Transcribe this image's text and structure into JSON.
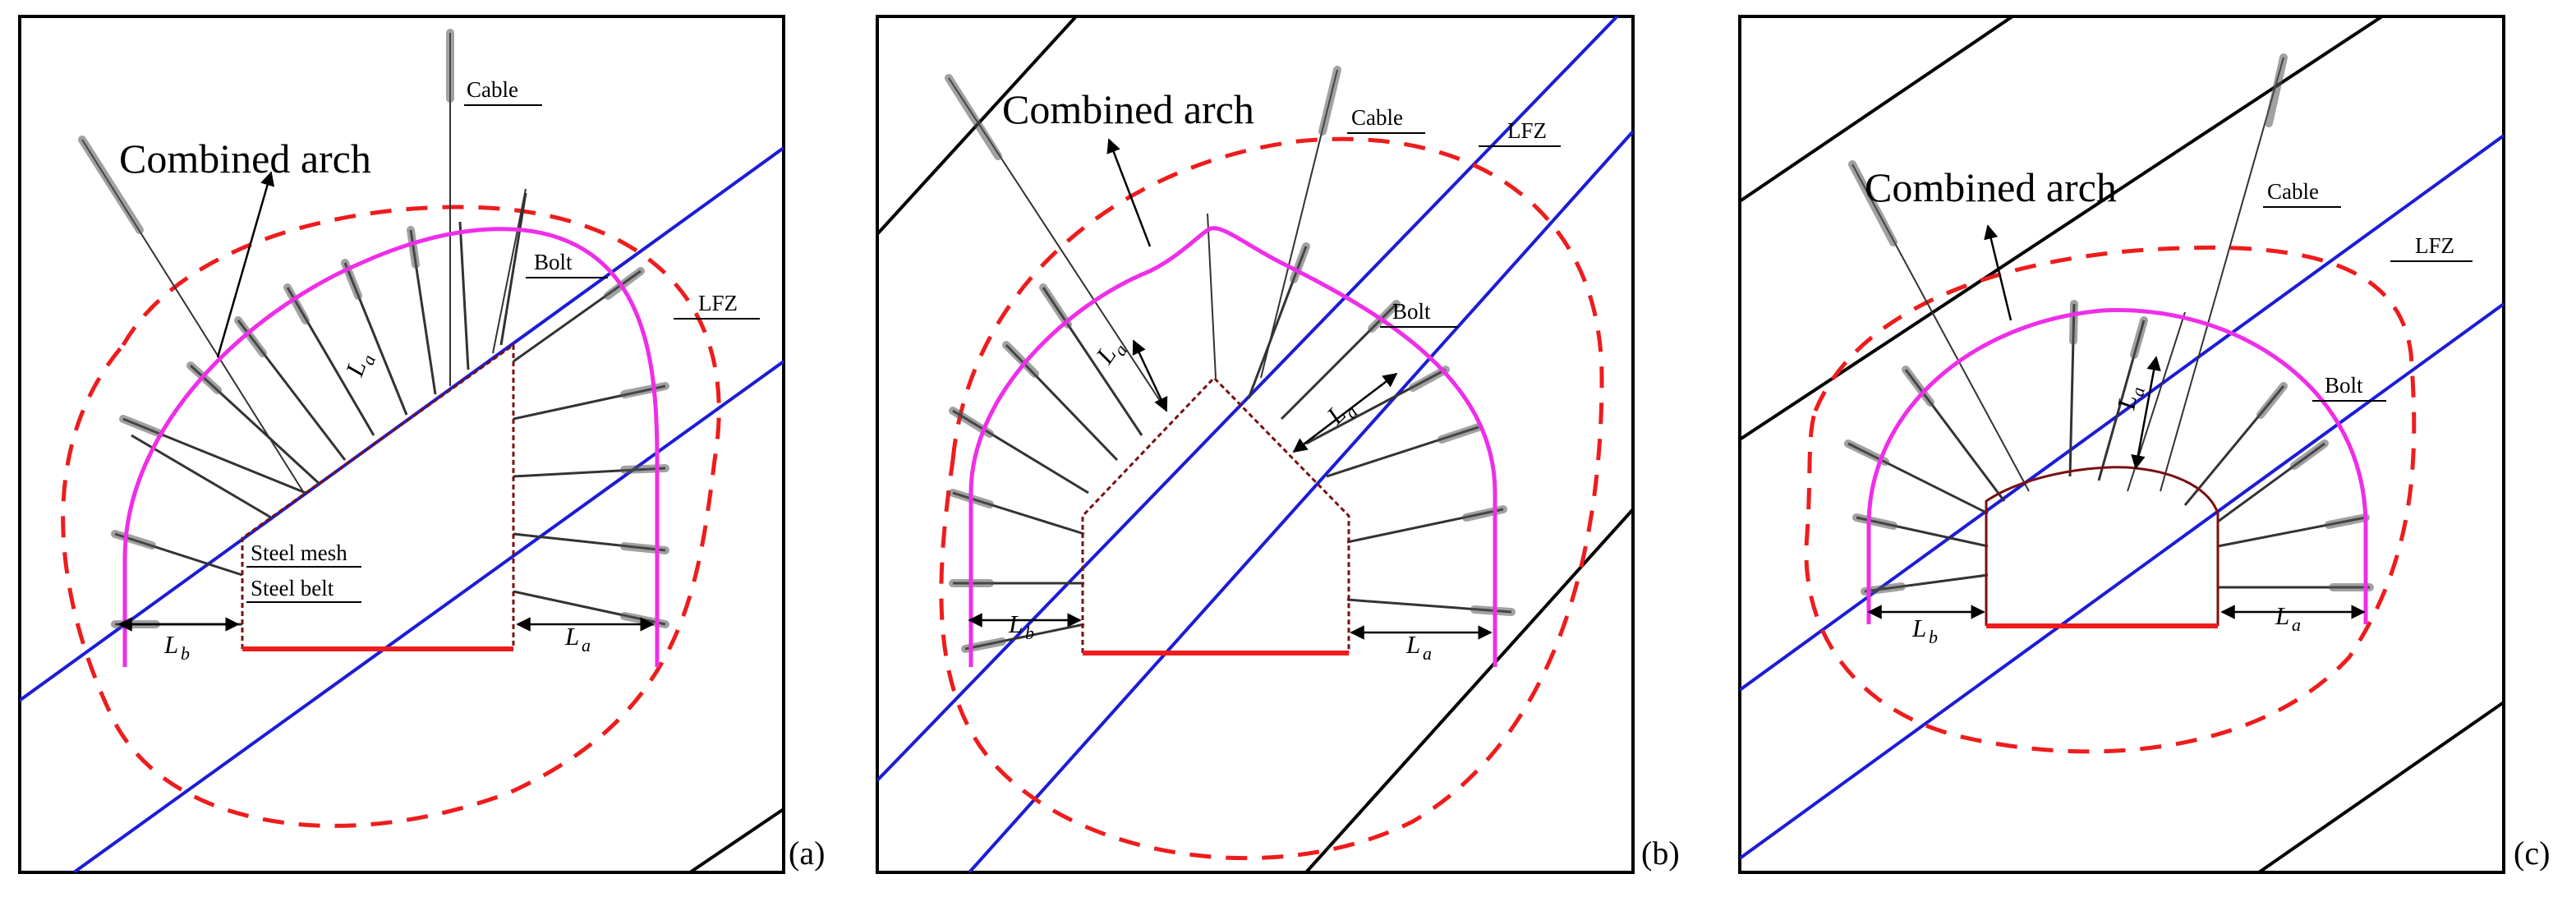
{
  "panels": [
    {
      "id": "a",
      "panel_label": "(a)",
      "labels": {
        "combined_arch": "Combined arch",
        "cable": "Cable",
        "bolt": "Bolt",
        "lfz": "LFZ",
        "steel_mesh": "Steel mesh",
        "steel_belt": "Steel belt",
        "la_main": "L",
        "la_sub": "a",
        "lb_main": "L",
        "lb_sub": "b",
        "lc_main": "L",
        "lc_sub": "a"
      }
    },
    {
      "id": "b",
      "panel_label": "(b)",
      "labels": {
        "combined_arch": "Combined arch",
        "cable": "Cable",
        "bolt": "Bolt",
        "lfz": "LFZ",
        "la_main": "L",
        "la_sub": "a",
        "lb_main": "L",
        "lb_sub": "b",
        "lc1_main": "L",
        "lc1_sub": "a",
        "lc2_main": "L",
        "lc2_sub": "a"
      }
    },
    {
      "id": "c",
      "panel_label": "(c)",
      "labels": {
        "combined_arch": "Combined arch",
        "cable": "Cable",
        "bolt": "Bolt",
        "lfz": "LFZ",
        "la_main": "L",
        "la_sub": "a",
        "lb_main": "L",
        "lb_sub": "b",
        "lc_main": "L",
        "lc_sub": "a"
      }
    }
  ],
  "colors": {
    "arch": "#ee2ee8",
    "lfz": "#ee1c1c",
    "joint": "#1c1cd6",
    "roadway_floor": "#ee1c1c",
    "frame": "#000000"
  }
}
